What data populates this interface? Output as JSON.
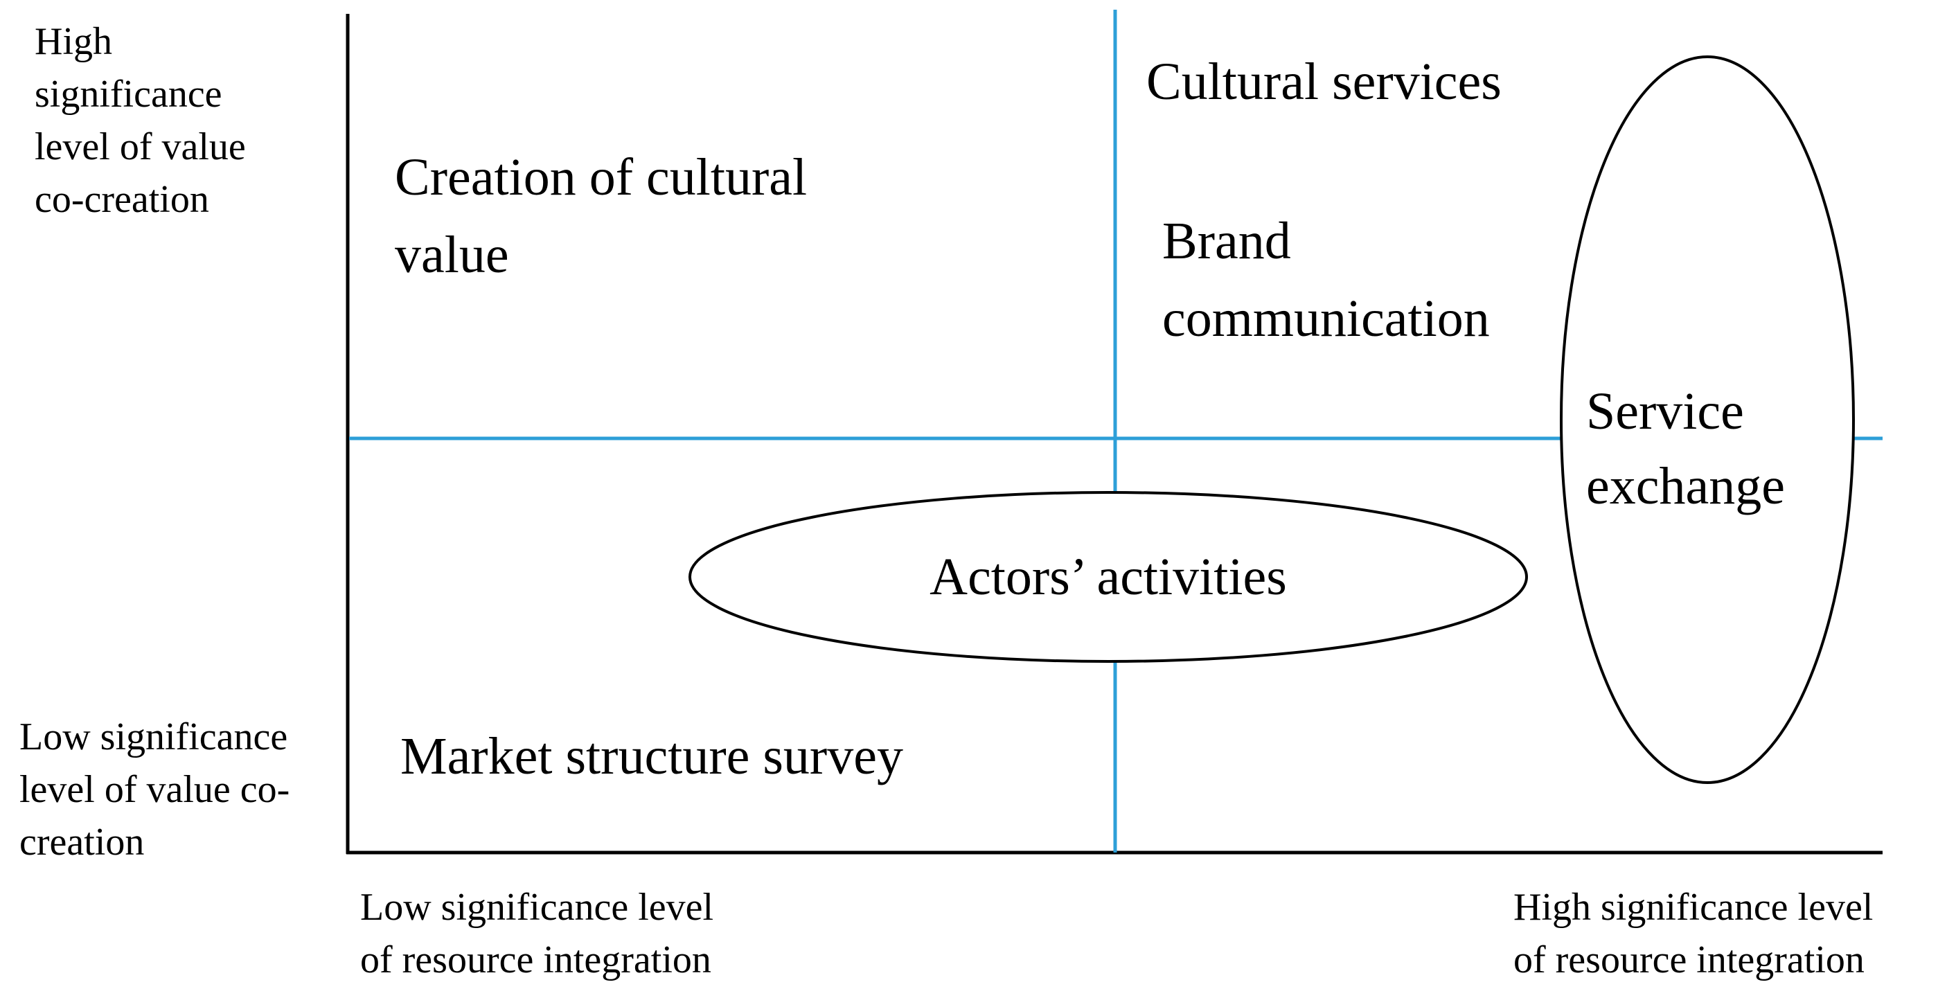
{
  "colors": {
    "accent_blue": "#2D9FD8",
    "axis_black": "#000000",
    "text": "#000000",
    "background": "#FFFFFF"
  },
  "axis_labels": {
    "y_high": "High\nsignificance\nlevel of value\nco-creation",
    "y_low": "Low significance\nlevel of value co-\ncreation",
    "x_low": "Low significance level\nof resource integration",
    "x_high": "High significance level\nof resource integration"
  },
  "quadrants": {
    "top_left": "Creation of cultural\nvalue",
    "top_right_primary": "Cultural services",
    "top_right_secondary": "Brand\ncommunication",
    "bottom_left": "Market structure survey"
  },
  "ellipses": {
    "horizontal": {
      "label": "Actors’ activities"
    },
    "vertical": {
      "label": "Service\nexchange"
    }
  }
}
